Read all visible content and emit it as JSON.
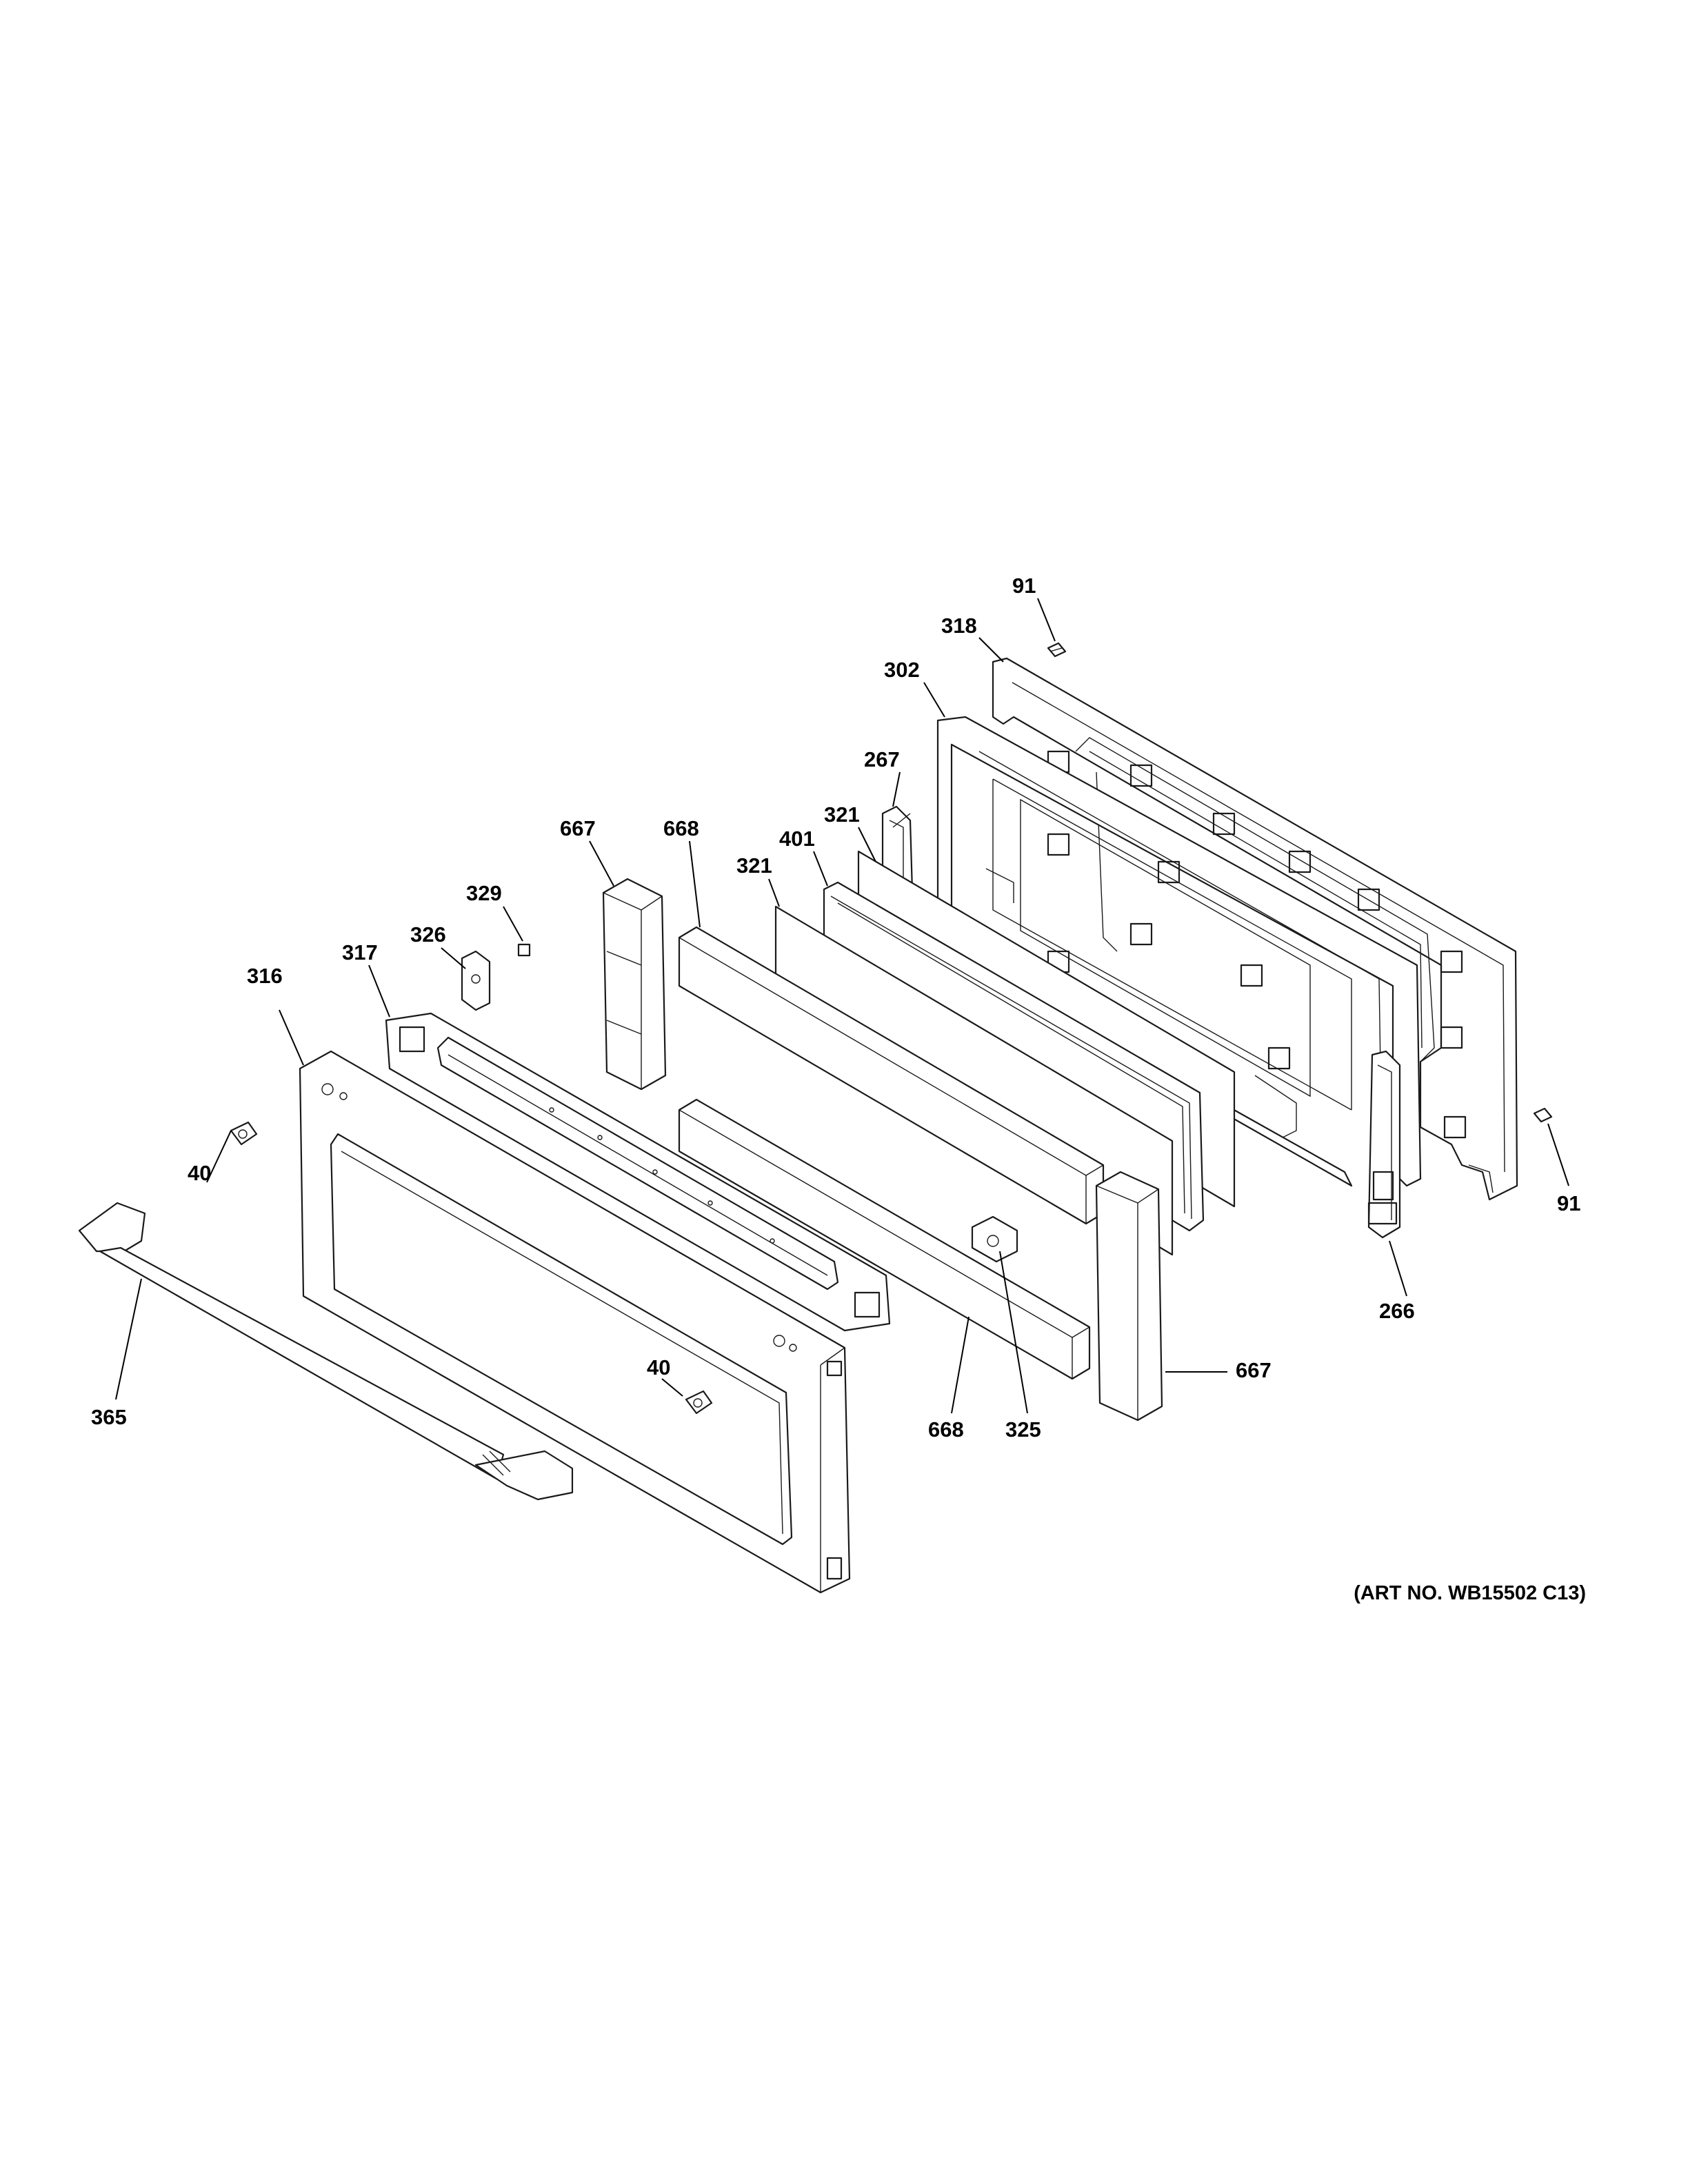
{
  "callouts": {
    "c91_top": "91",
    "c318": "318",
    "c302": "302",
    "c267": "267",
    "c321_a": "321",
    "c401": "401",
    "c321_b": "321",
    "c667_a": "667",
    "c668_a": "668",
    "c329": "329",
    "c326": "326",
    "c317": "317",
    "c316": "316",
    "c40_a": "40",
    "c365": "365",
    "c40_b": "40",
    "c668_b": "668",
    "c325": "325",
    "c667_b": "667",
    "c266": "266",
    "c91_right": "91"
  },
  "art_number": "(ART NO. WB15502 C13)"
}
